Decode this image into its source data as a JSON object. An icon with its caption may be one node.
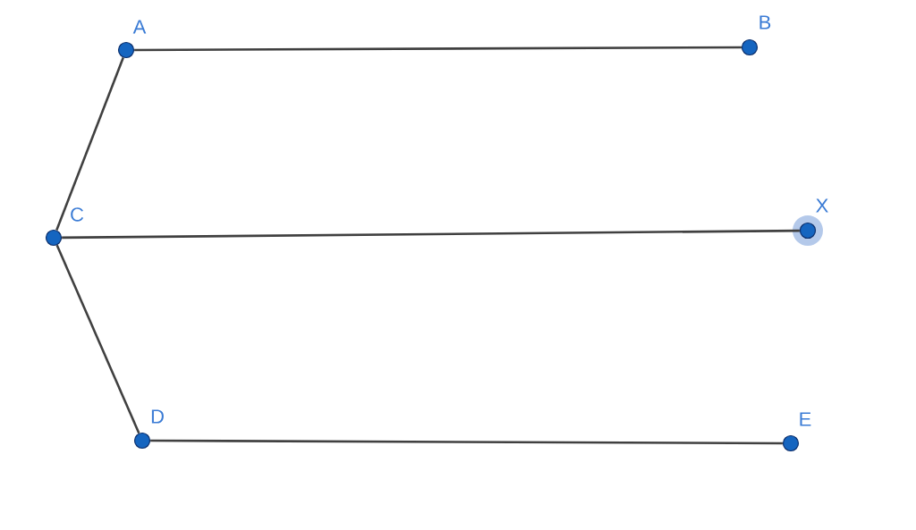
{
  "diagram": {
    "nodes": [
      {
        "text": [
          "A"
        ]
      },
      {
        "text": [
          "B"
        ]
      },
      {
        "text": [
          "C"
        ]
      },
      {
        "text": [
          "X"
        ]
      },
      {
        "text": [
          "D"
        ]
      },
      {
        "text": [
          "E"
        ]
      }
    ],
    "edges": [
      {
        "from": 0,
        "to": 1,
        "arrow": "none"
      },
      {
        "from": 0,
        "to": 2,
        "arrow": "none"
      },
      {
        "from": 2,
        "to": 3,
        "arrow": "none"
      },
      {
        "from": 2,
        "to": 4,
        "arrow": "none"
      },
      {
        "from": 4,
        "to": 5,
        "arrow": "none"
      }
    ]
  }
}
